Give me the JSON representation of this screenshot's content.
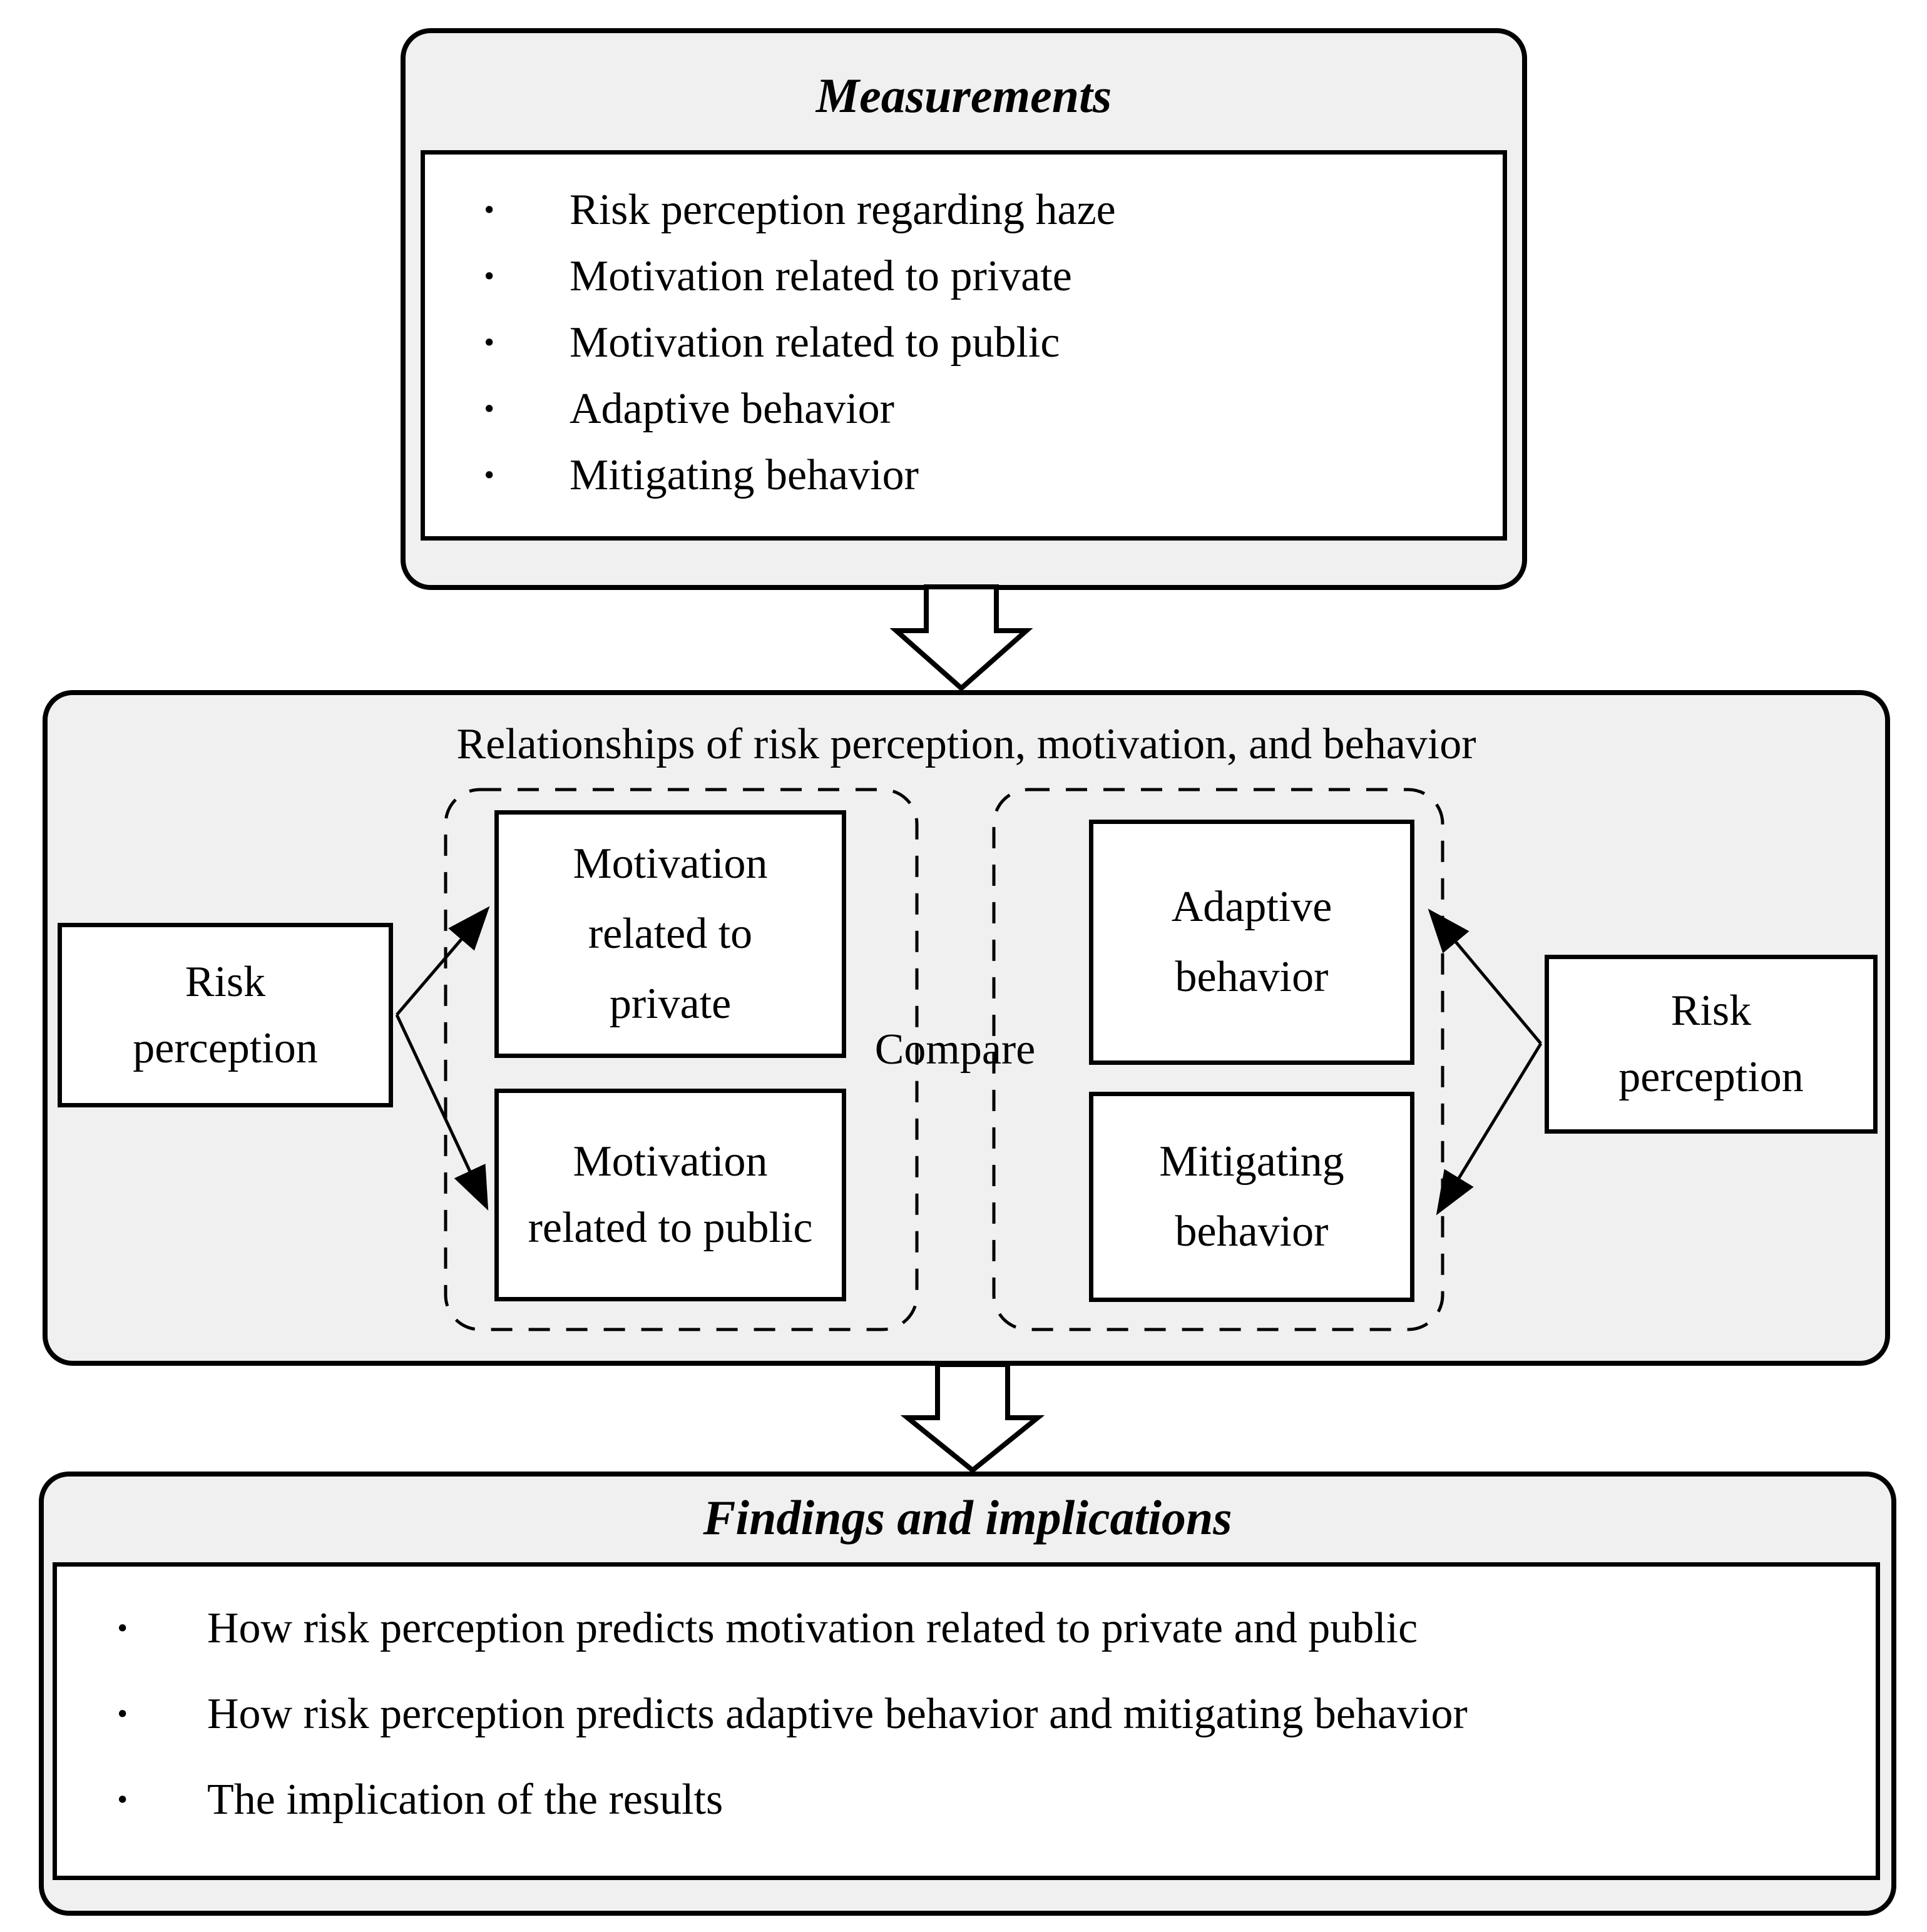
{
  "colors": {
    "panel_bg": "#f0f0f0",
    "box_bg": "#ffffff",
    "line": "#000000"
  },
  "measurements": {
    "title": "Measurements",
    "items": [
      "Risk perception regarding haze",
      "Motivation related to private",
      "Motivation related to public",
      "Adaptive behavior",
      "Mitigating behavior"
    ]
  },
  "relationships": {
    "title": "Relationships of risk perception, motivation, and behavior",
    "left_source_label": "Risk perception",
    "motivation_private_label": "Motivation related to private",
    "motivation_public_label": "Motivation related to public",
    "compare_label": "Compare",
    "adaptive_label": "Adaptive behavior",
    "mitigating_label": "Mitigating behavior",
    "right_source_label": "Risk perception"
  },
  "findings": {
    "title": "Findings and implications",
    "items": [
      "How risk perception predicts motivation related to private and public",
      "How risk perception predicts adaptive behavior and mitigating behavior",
      "The implication of the results"
    ]
  }
}
